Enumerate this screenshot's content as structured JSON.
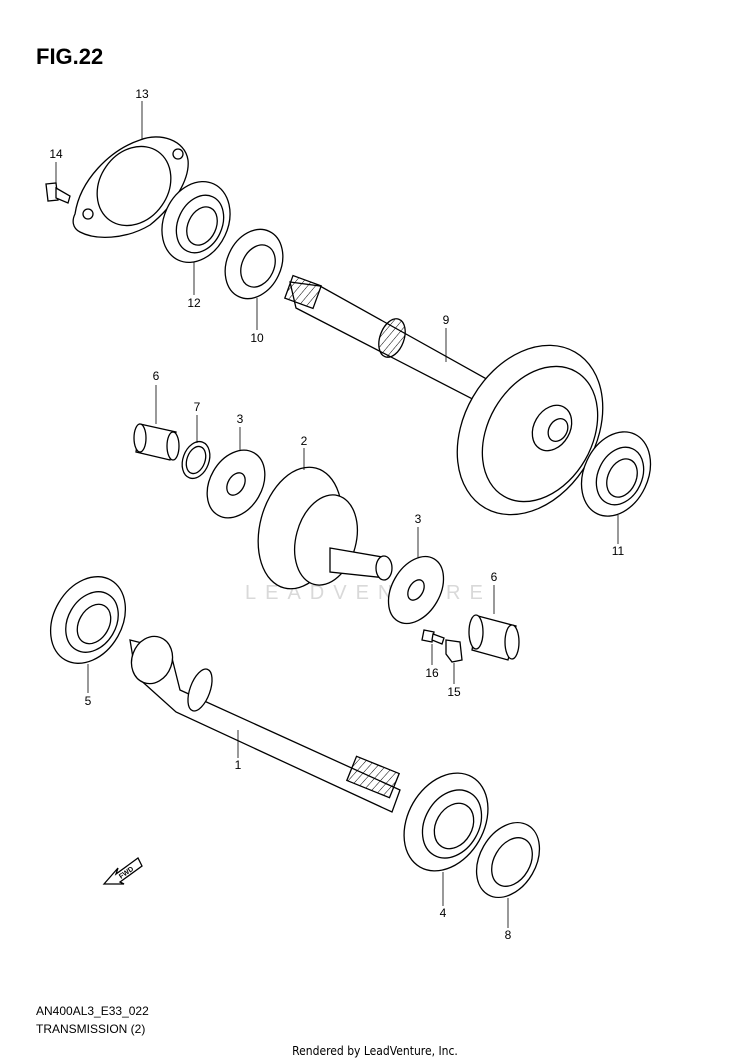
{
  "figure": {
    "title": "FIG.22",
    "code": "AN400AL3_E33_022",
    "name": "TRANSMISSION (2)",
    "footer": "Rendered by LeadVenture, Inc.",
    "watermark": "LEADVENTURE",
    "fwd_label": "FWD"
  },
  "callouts": {
    "p1": "1",
    "p2": "2",
    "p3a": "3",
    "p3b": "3",
    "p4": "4",
    "p5": "5",
    "p6a": "6",
    "p6b": "6",
    "p7": "7",
    "p8": "8",
    "p9": "9",
    "p10": "10",
    "p11": "11",
    "p12": "12",
    "p13": "13",
    "p14": "14",
    "p15": "15",
    "p16": "16"
  }
}
